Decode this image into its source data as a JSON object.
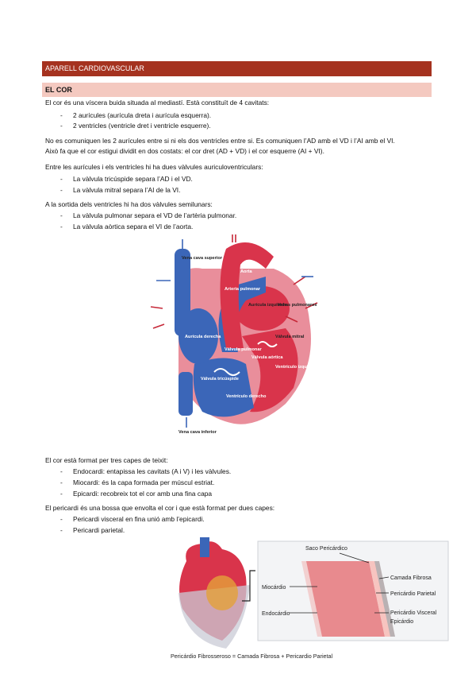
{
  "header": {
    "section_title": "APARELL CARDIOVASCULAR",
    "subsection_title": "EL COR"
  },
  "body": {
    "intro": "El cor és una víscera buida situada al mediastí. Està constituït de 4 cavitats:",
    "cavities": [
      "2 aurícules (aurícula dreta i aurícula esquerra).",
      "2 ventricles (ventricle dret i ventricle esquerre)."
    ],
    "comm_line1": "No es comuniquen les 2 aurícules entre si ni els dos ventricles entre si. Es comuniquen l’AD amb el VD i l’AI amb el VI.",
    "comm_line2": "Això fa que el cor estigui dividit en dos costats: el cor dret (AD + VD) i el cor esquerre (AI + VI).",
    "av_intro": "Entre les aurícules i els ventricles hi ha dues vàlvules auriculoventriculars:",
    "av_valves": [
      "La vàlvula tricúspide separa l’AD i el VD.",
      "La vàlvula mitral separa l’AI de la VI."
    ],
    "sl_intro": "A la sortida dels ventricles hi ha dos vàlvules semilunars:",
    "sl_valves": [
      "La vàlvula pulmonar separa el VD de l’artèria pulmonar.",
      "La vàlvula aòrtica separa el VI de l’aorta."
    ],
    "layers_intro": "El cor està format per tres capes de teixit:",
    "layers": [
      "Endocardi: entapissa les cavitats (A i V) i les vàlvules.",
      "Miocardi: és la capa formada per múscul estriat.",
      "Epicardi: recobreix tot el cor amb una fina capa"
    ],
    "peri_intro": "El pericardi és una bossa que envolta el cor i que està format per dues capes:",
    "peri_layers": [
      "Pericardi visceral en fina unió amb l’epicardi.",
      "Pericardi parietal."
    ]
  },
  "heart_diagram": {
    "labels": {
      "vena_cava_superior": "Vena cava superior",
      "aorta": "Aorta",
      "arteria_pulmonar": "Arteria pulmonar",
      "auricula_izquierda": "Aurícula izquierda",
      "venas_pulmonares": "Venas pulmonares",
      "auricula_derecha": "Aurícula derecha",
      "valvula_mitral": "Válvula mitral",
      "valvula_pulmonar": "Válvula pulmonar",
      "valvula_aortica": "Válvula aórtica",
      "ventriculo_izquierdo": "Ventrículo izquierdo",
      "valvula_tricuspide": "Válvula tricúspide",
      "ventriculo_derecho": "Ventrículo derecho",
      "vena_cava_inferior": "Vena cava inferior"
    },
    "colors": {
      "oxygenated": "#d9344b",
      "deoxygenated": "#3b66b8",
      "muscle": "#e98e9b"
    }
  },
  "pericardium_diagram": {
    "labels": {
      "saco": "Saco Pericárdico",
      "camada_fibrosa": "Camada Fibrosa",
      "pericardio_parietal": "Pericárdio Parietal",
      "miocardio": "Miocárdio",
      "endocardio": "Endocárdio",
      "pericardio_visceral": "Pericárdio Visceral",
      "epicardio": "Epicárdio"
    },
    "caption": "Pericárdio Fibrosseroso = Camada Fibrosa + Pericardio Parietal"
  }
}
